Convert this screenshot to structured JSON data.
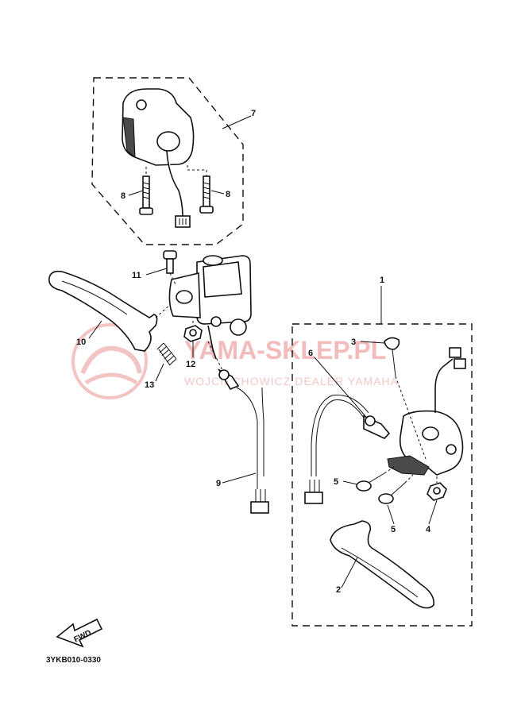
{
  "callouts": {
    "c1": "1",
    "c2": "2",
    "c3": "3",
    "c4": "4",
    "c5a": "5",
    "c5b": "5",
    "c6": "6",
    "c7": "7",
    "c8a": "8",
    "c8b": "8",
    "c9": "9",
    "c10": "10",
    "c11": "11",
    "c12": "12",
    "c13": "13"
  },
  "watermark": {
    "title": "YAMA-SKLEP.PL",
    "subtitle": "WOJCIECHOWICZ DEALER YAMAHA"
  },
  "fwd_label": "FWD",
  "diagram_code": "3YKB010-0330",
  "colors": {
    "ink": "#111111",
    "watermark": "#f2bcbc"
  }
}
